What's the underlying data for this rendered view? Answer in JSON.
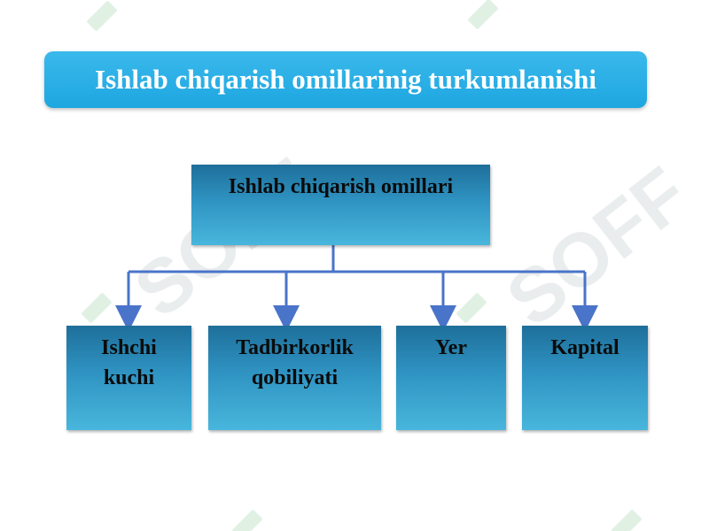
{
  "title": "Ishlab chiqarish omillarinig turkumlanishi",
  "root": {
    "label": "Ishlab chiqarish omillari"
  },
  "children": [
    {
      "label_line1": "Ishchi",
      "label_line2": "kuchi"
    },
    {
      "label_line1": "Tadbirkorlik",
      "label_line2": "qobiliyati"
    },
    {
      "label_line1": "Yer",
      "label_line2": ""
    },
    {
      "label_line1": "Kapital",
      "label_line2": ""
    }
  ],
  "colors": {
    "title_bg": "#1ea6e0",
    "node_top": "#1e6f9a",
    "node_bottom": "#48b6dc",
    "connector": "#4a74c9"
  },
  "watermark": "SOFF"
}
